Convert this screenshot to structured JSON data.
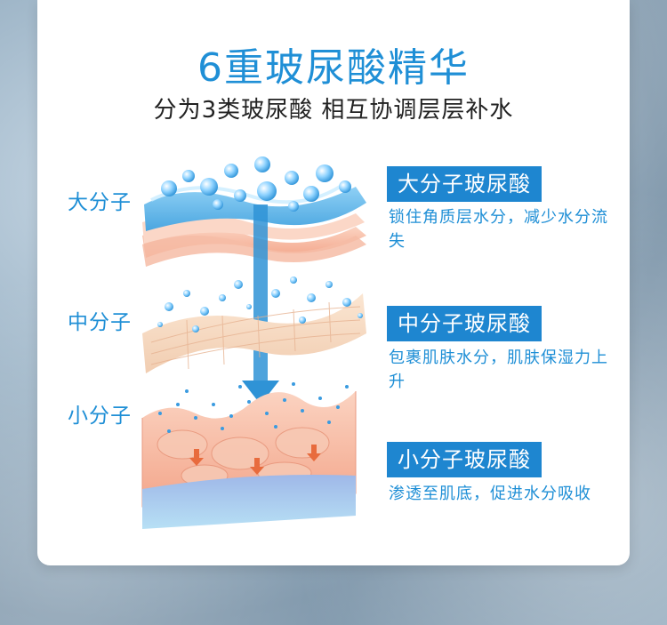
{
  "title": "6重玻尿酸精华",
  "subtitle": "分为3类玻尿酸 相互协调层层补水",
  "layers": [
    {
      "side_label": "大分子",
      "tag": "大分子玻尿酸",
      "desc": "锁住角质层水分，减少水分流失"
    },
    {
      "side_label": "中分子",
      "tag": "中分子玻尿酸",
      "desc": "包裹肌肤水分，肌肤保湿力上升"
    },
    {
      "side_label": "小分子",
      "tag": "小分子玻尿酸",
      "desc": "渗透至肌底，促进水分吸收"
    }
  ],
  "colors": {
    "accent": "#1f8fd6",
    "tag_bg": "#1e86d0",
    "skin": "#f3b39d",
    "water": "#7fc4ef"
  }
}
